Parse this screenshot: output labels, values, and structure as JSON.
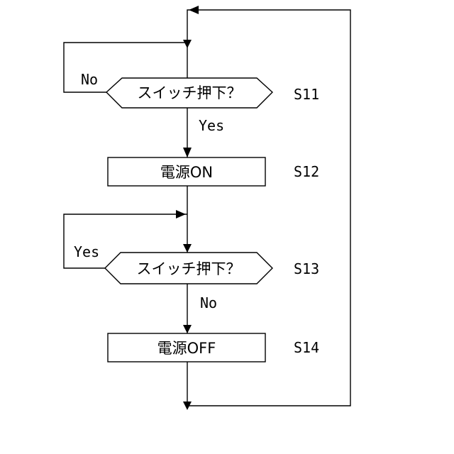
{
  "steps": {
    "s11": {
      "type": "decision",
      "text": "スイッチ押下？",
      "id": "S11",
      "yes_label": "Yes",
      "no_label": "No"
    },
    "s12": {
      "type": "process",
      "text": "電源ON",
      "id": "S12"
    },
    "s13": {
      "type": "decision",
      "text": "スイッチ押下？",
      "id": "S13",
      "yes_label": "Yes",
      "no_label": "No"
    },
    "s14": {
      "type": "process",
      "text": "電源OFF",
      "id": "S14"
    }
  },
  "connections": [
    {
      "from": "start",
      "to": "S11"
    },
    {
      "from": "S11",
      "to": "S11",
      "condition": "No"
    },
    {
      "from": "S11",
      "to": "S12",
      "condition": "Yes"
    },
    {
      "from": "S12",
      "to": "S13"
    },
    {
      "from": "S13",
      "to": "S13",
      "condition": "Yes"
    },
    {
      "from": "S13",
      "to": "S14",
      "condition": "No"
    },
    {
      "from": "S14",
      "to": "S11"
    }
  ]
}
